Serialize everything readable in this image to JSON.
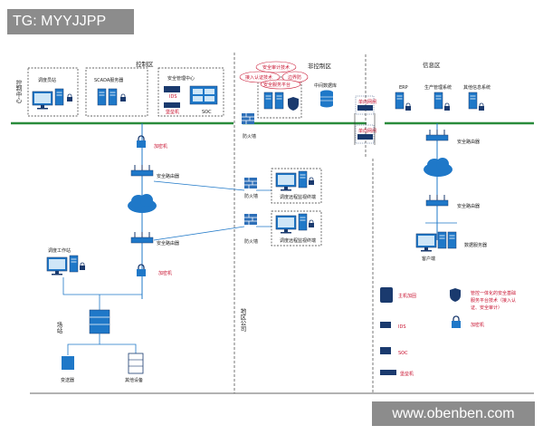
{
  "badge_top": "TG: MYYJJPP",
  "badge_bottom": "www.obenben.com",
  "zones": {
    "control": "控制区",
    "noncontrol": "非控制区",
    "info": "信息区",
    "center": "控制中心",
    "substation_area": "地区公司",
    "site": "场站"
  },
  "nodes": {
    "dispatch_station": "调度员站",
    "scada": "SCADA服务器",
    "security_center": "安全管理中心",
    "ids": "IDS",
    "soc": "SOC",
    "bastion": "堡垒机",
    "db": "中间数据库",
    "unidir1": "单向网闸",
    "unidir2": "单向网闸",
    "erp": "ERP",
    "production": "生产管理系统",
    "other_sys": "其他信息系统",
    "firewall1": "防火墙",
    "firewall2": "防火墙",
    "firewall3": "防火墙",
    "crypto1": "加密机",
    "router1": "安全路由器",
    "router2": "安全路由器",
    "router_r1": "安全路由器",
    "router_r2": "安全路由器",
    "remote1": "调度远程监视终端",
    "remote2": "调度远程监视终端",
    "client": "客户端",
    "data_server": "数据服务器",
    "workstation": "调度工作站",
    "crypto2": "加密机",
    "transmitter": "变送器",
    "other_dev": "其他设备"
  },
  "callouts": {
    "audit": "安全审计技术",
    "auth": "接入认证技术",
    "boundary": "边界防",
    "platform": "安全服务平台"
  },
  "legend": {
    "host_hardening": "主机加固",
    "ids": "IDS",
    "soc": "SOC",
    "bastion": "堡垒机",
    "platform_desc_1": "管控一体化的安全基础",
    "platform_desc_2": "服务平台技术（接入认",
    "platform_desc_3": "证、安全审计）",
    "crypto": "加密机"
  },
  "colors": {
    "blue": "#1f78c8",
    "light_blue": "#6db2e6",
    "green": "#2a8c3c",
    "red": "#c8102e",
    "navy": "#1a3a6e"
  }
}
